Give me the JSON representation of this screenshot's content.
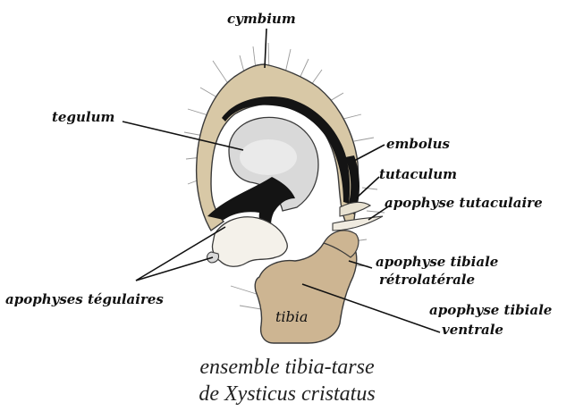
{
  "labels": {
    "cymbium": "cymbium",
    "tegulum": "tegulum",
    "embolus": "embolus",
    "tutaculum": "tutaculum",
    "apophyse_tutaculaire": "apophyse tutaculaire",
    "apophyse_tibiale_retro_line1": "apophyse tibiale",
    "apophyse_tibiale_retro_line2": "rétrolatérale",
    "apophyses_tegulaires": "apophyses tégulaires",
    "apophyse_tibiale_ventrale_line1": "apophyse tibiale",
    "apophyse_tibiale_ventrale_line2": "ventrale",
    "tibia": "tibia"
  },
  "caption": {
    "line1": "ensemble tibia-tarse",
    "line2": "de Xysticus cristatus"
  },
  "colors": {
    "cymbium_fill": "#d8c8a6",
    "tibia_fill": "#cdb592",
    "tegulum_fill": "#d9d9d9",
    "sclerite_black": "#141414",
    "outline": "#3a3a3a"
  }
}
